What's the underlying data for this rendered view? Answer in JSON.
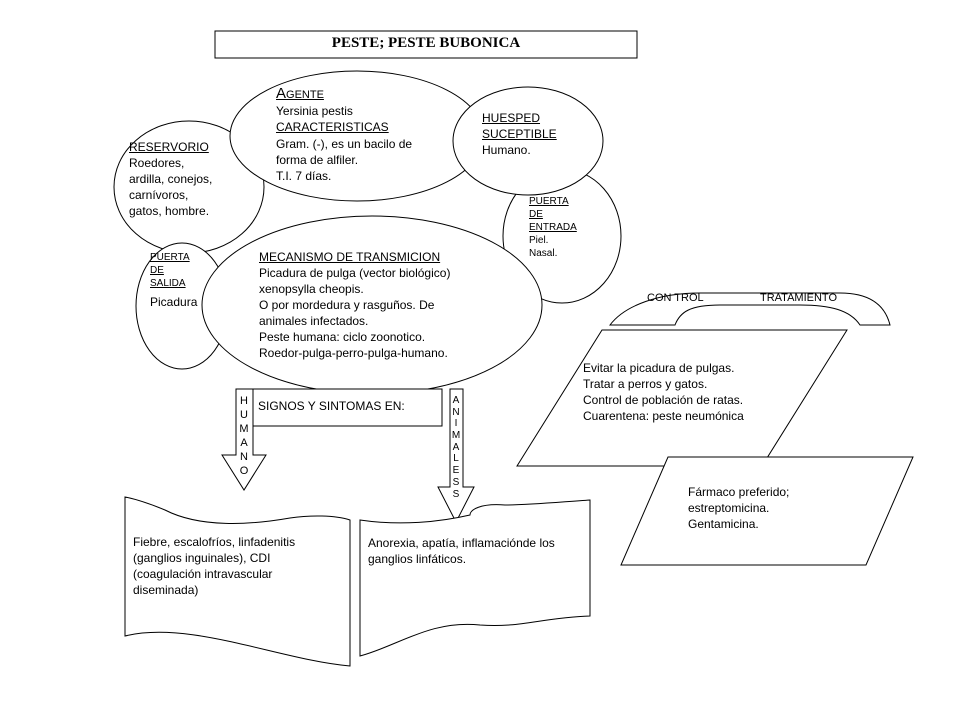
{
  "title": "PESTE; PESTE BUBONICA",
  "agente": {
    "cap": "A",
    "rest": "GENTE",
    "lines": [
      "Yersinia pestis"
    ],
    "heading2": "CARACTERISTICAS",
    "lines2": [
      "Gram. (-), es un bacilo de",
      "forma de alfiler.",
      "T.I. 7 días."
    ]
  },
  "reservorio": {
    "heading": "RESERVORIO",
    "lines": [
      "Roedores,",
      "ardilla, conejos,",
      "carnívoros,",
      "gatos, hombre."
    ]
  },
  "huesped": {
    "heading_lines": [
      "HUESPED",
      "SUCEPTIBLE"
    ],
    "lines": [
      "Humano."
    ]
  },
  "puerta_entrada": {
    "heading_lines": [
      "PUERTA",
      "DE",
      "ENTRADA"
    ],
    "lines": [
      "Piel.",
      "Nasal."
    ]
  },
  "puerta_salida": {
    "heading_lines": [
      "PUERTA",
      "DE",
      "SALIDA"
    ],
    "lines": [
      "Picadura"
    ]
  },
  "mecanismo": {
    "heading": "MECANISMO  DE TRANSMICION",
    "lines": [
      "Picadura de pulga (vector biológico)",
      "xenopsylla cheopis.",
      "O por mordedura  y rasguños. De",
      "animales infectados.",
      "Peste humana:  ciclo zoonotico.",
      "Roedor-pulga-perro-pulga-humano."
    ]
  },
  "signos": "SIGNOS Y SINTOMAS EN:",
  "humano_letters": [
    "H",
    "U",
    "M",
    "A",
    "N",
    "O"
  ],
  "animales_letters": [
    "A",
    "N",
    "I",
    "M",
    "A",
    "L",
    "E",
    "S",
    "S"
  ],
  "humano_text": [
    "Fiebre, escalofríos, linfadenitis",
    "(ganglios inguinales), CDI",
    "(coagulación intravascular",
    "diseminada)"
  ],
  "animales_text": [
    "Anorexia, apatía, inflamaciónde los",
    "ganglios linfáticos."
  ],
  "control_label": "CON TROL",
  "tratamiento_label": "TRATAMIENTO",
  "control_text": [
    "Evitar la picadura de pulgas.",
    "Tratar  a perros y gatos.",
    "Control de población de ratas.",
    "Cuarentena:  peste neumónica"
  ],
  "tratamiento_text": [
    "Fármaco preferido;",
    "estreptomicina.",
    "Gentamicina."
  ]
}
